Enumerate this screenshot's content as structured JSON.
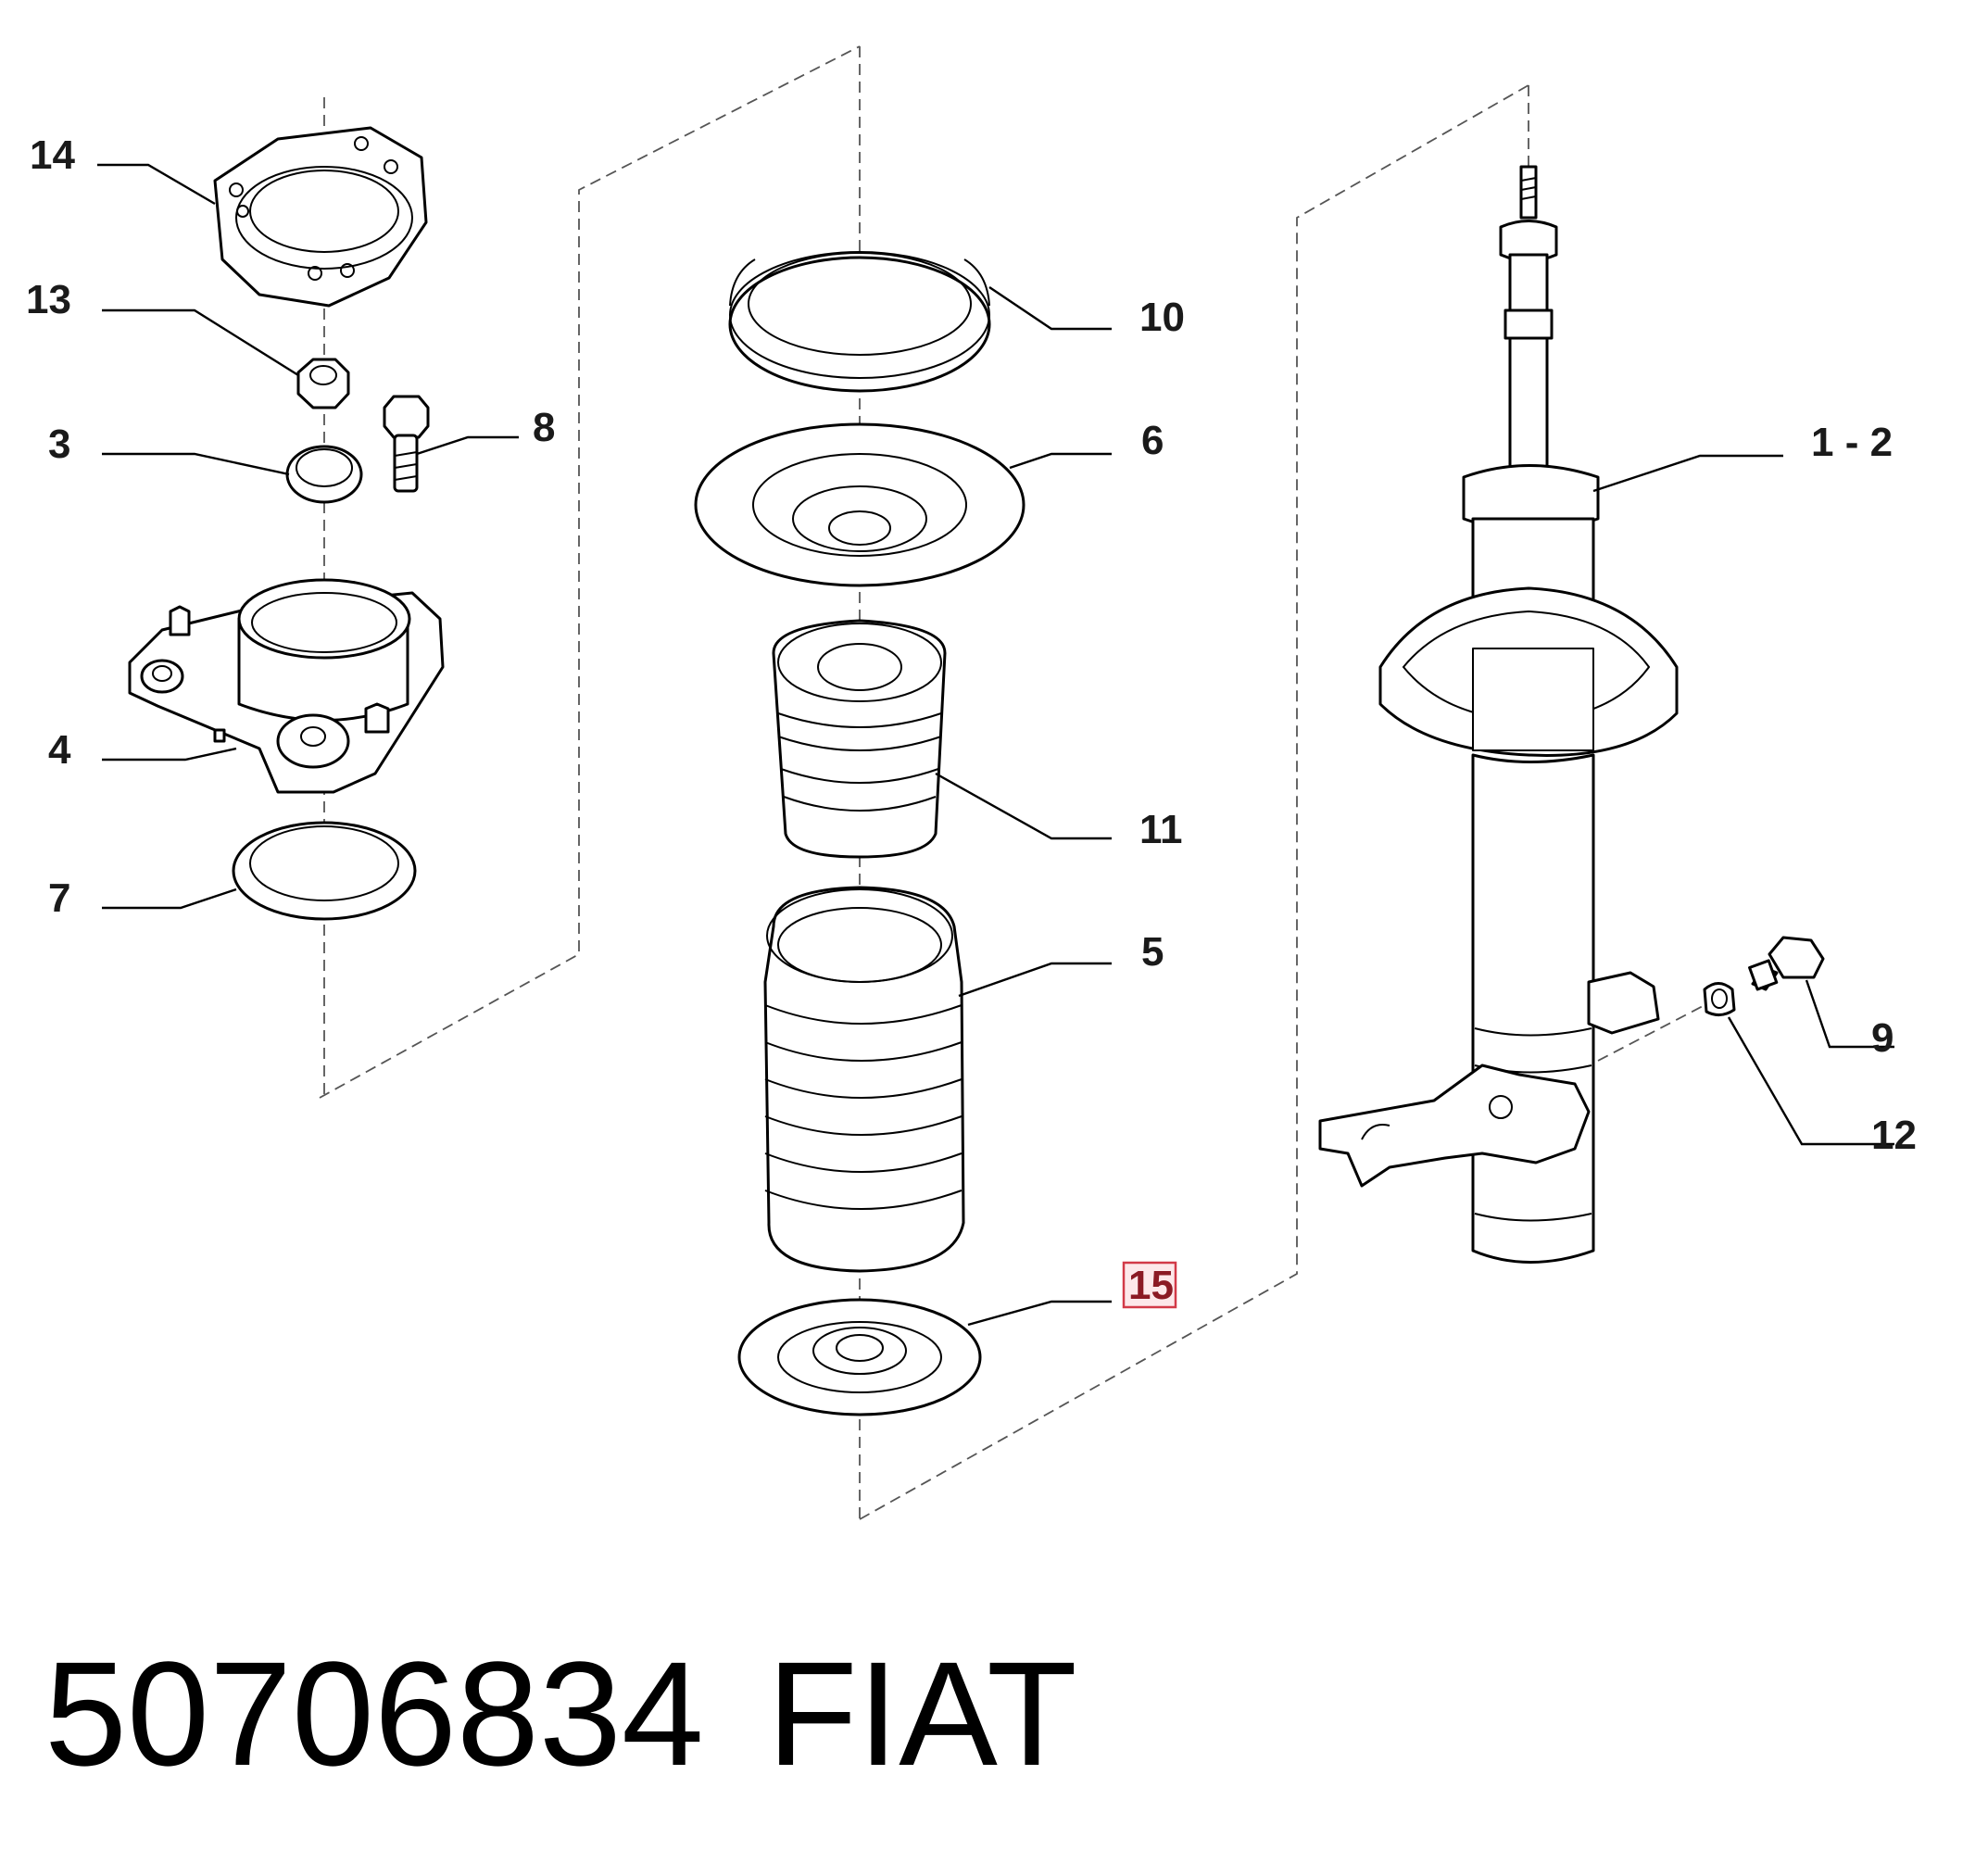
{
  "callouts": {
    "c14": "14",
    "c13": "13",
    "c3": "3",
    "c8": "8",
    "c4": "4",
    "c7": "7",
    "c10": "10",
    "c6": "6",
    "c11": "11",
    "c5": "5",
    "c15": "15",
    "c12_label": "1 - 2",
    "c9": "9",
    "c12": "12"
  },
  "highlighted_callout": "15",
  "footer": {
    "part_number": "50706834",
    "brand": "FIAT"
  },
  "colors": {
    "highlight_fill": "#fde8ea",
    "highlight_border": "#d23a48",
    "highlight_text": "#8b1a24"
  }
}
